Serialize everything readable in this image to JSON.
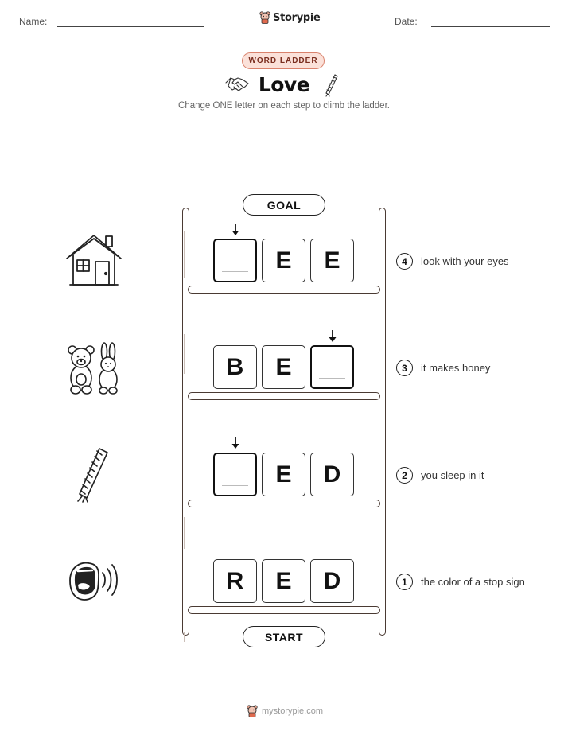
{
  "header": {
    "name_label": "Name:",
    "date_label": "Date:",
    "brand": "Storypie"
  },
  "badge": "WORD LADDER",
  "title": "Love",
  "subtitle": "Change ONE letter on each step to climb the ladder.",
  "goal_label": "GOAL",
  "start_label": "START",
  "rows": [
    {
      "step": "4",
      "clue": "look with your eyes",
      "letters": [
        "",
        "E",
        "E"
      ],
      "picture": "house-icon"
    },
    {
      "step": "3",
      "clue": "it makes honey",
      "letters": [
        "B",
        "E",
        ""
      ],
      "picture": "teddy-bear-and-bunny-icon"
    },
    {
      "step": "2",
      "clue": "you sleep in it",
      "letters": [
        "",
        "E",
        "D"
      ],
      "picture": "rope-icon"
    },
    {
      "step": "1",
      "clue": "the color of a stop sign",
      "letters": [
        "R",
        "E",
        "D"
      ],
      "picture": "shouting-mouth-icon"
    }
  ],
  "footer": "mystorypie.com",
  "icons": {
    "brand": "storypie-bear-icon",
    "left_of_title": "handshake-icon",
    "right_of_title": "rope-icon",
    "arrow": "down-arrow-icon"
  },
  "colors": {
    "badge_fill": "#fbe1d9",
    "badge_border": "#d9826c",
    "ladder": "#4a3a33"
  }
}
